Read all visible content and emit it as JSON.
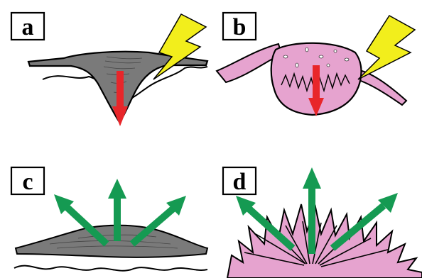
{
  "panels": [
    {
      "id": "a",
      "label": "a"
    },
    {
      "id": "b",
      "label": "b"
    },
    {
      "id": "c",
      "label": "c"
    },
    {
      "id": "d",
      "label": "d"
    }
  ],
  "colors": {
    "gray_body": "#7a7a7a",
    "pink_body": "#e6a3cf",
    "red_arrow": "#e8262a",
    "green_arrow": "#159a52",
    "lightning": "#f2ee1c",
    "outline": "#000000"
  },
  "icons": [
    "lightning-bolt-icon",
    "down-arrow-icon",
    "radiating-arrows-icon"
  ]
}
